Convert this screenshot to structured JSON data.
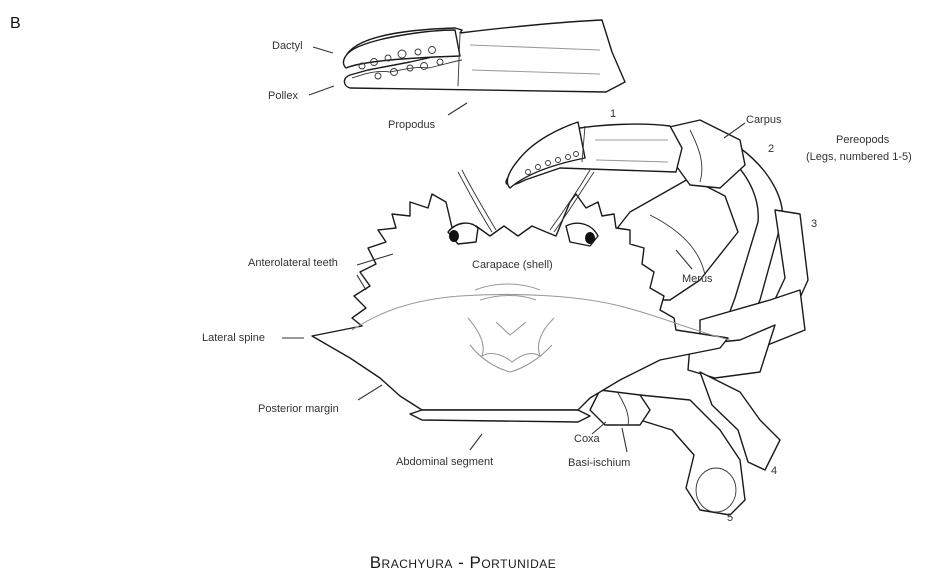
{
  "panel_letter": "B",
  "caption": "Brachyura - Portunidae",
  "labels": {
    "dactyl": "Dactyl",
    "pollex": "Pollex",
    "propodus": "Propodus",
    "carpus": "Carpus",
    "pereopods": "Pereopods",
    "pereopods_note": "(Legs, numbered 1-5)",
    "anterolateral_teeth": "Anterolateral teeth",
    "carapace": "Carapace (shell)",
    "merus": "Merus",
    "lateral_spine": "Lateral spine",
    "posterior_margin": "Posterior margin",
    "coxa": "Coxa",
    "abdominal_segment": "Abdominal segment",
    "basi_ischium": "Basi-ischium"
  },
  "leg_numbers": [
    "1",
    "2",
    "3",
    "4",
    "5"
  ]
}
